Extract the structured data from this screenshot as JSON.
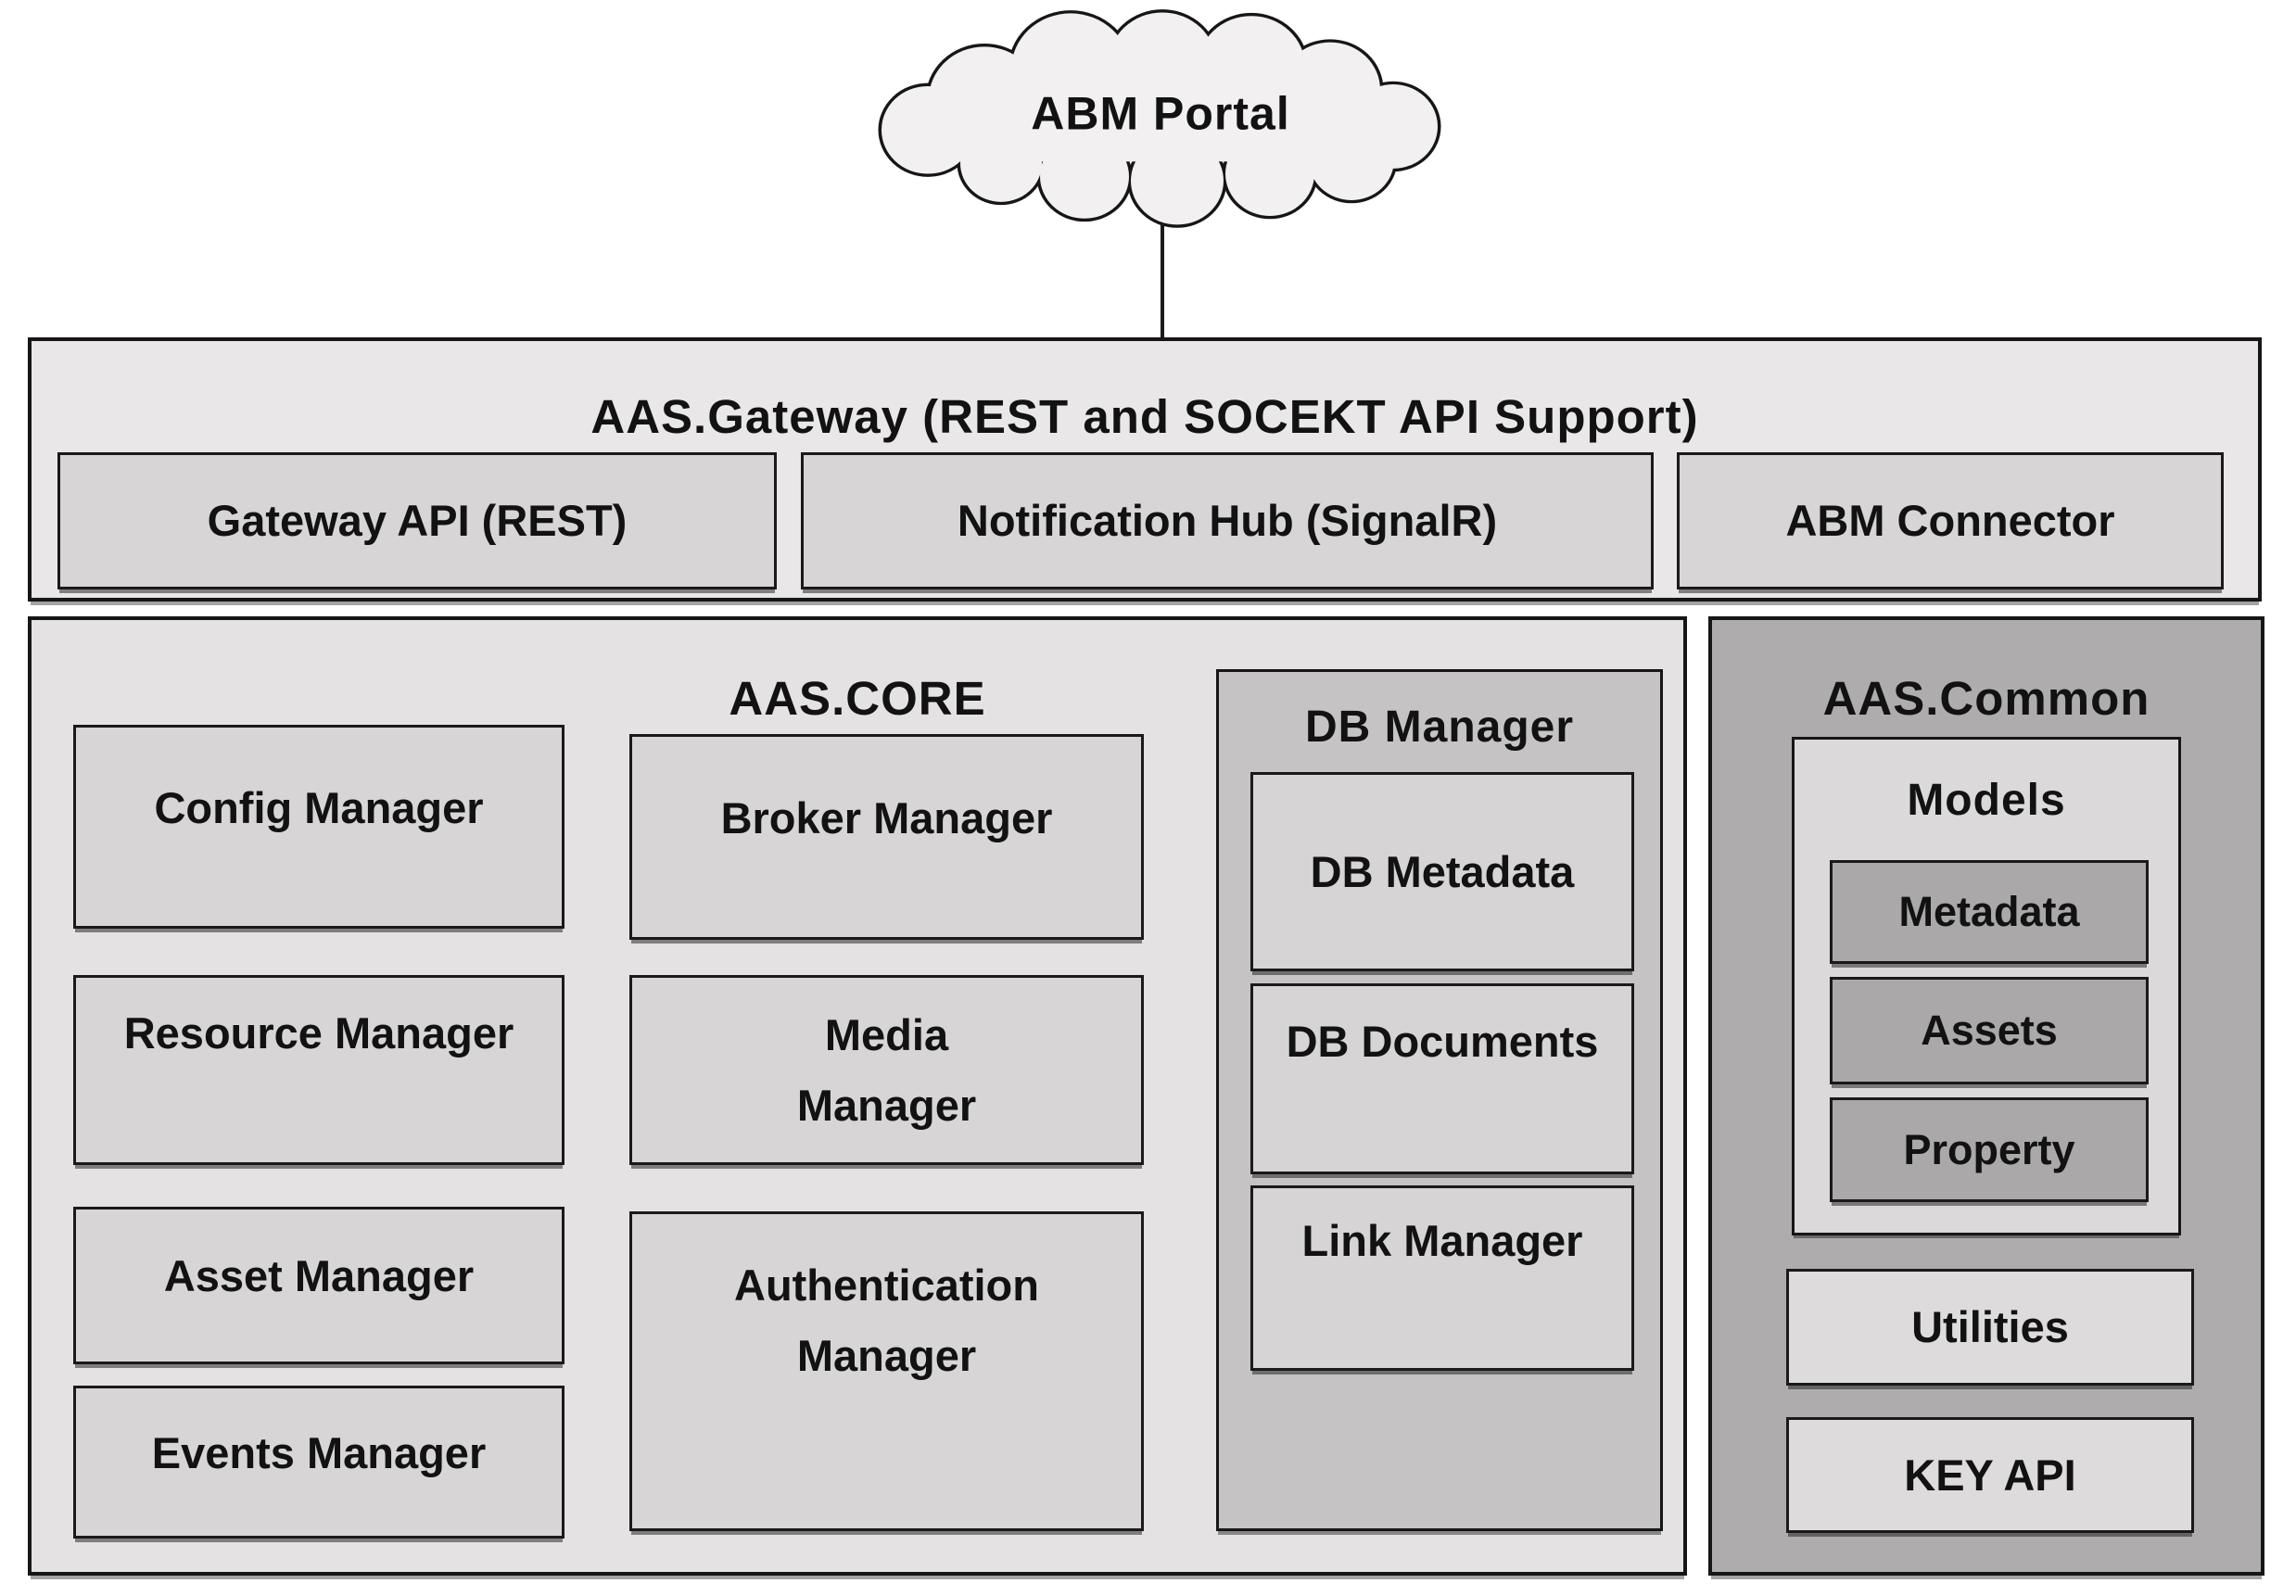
{
  "cloud": {
    "label": "ABM Portal"
  },
  "gateway": {
    "title": "AAS.Gateway (REST and SOCEKT API Support)",
    "modules": [
      "Gateway API (REST)",
      "Notification Hub (SignalR)",
      "ABM Connector"
    ]
  },
  "core": {
    "title": "AAS.CORE",
    "left_column": [
      "Config Manager",
      "Resource Manager",
      "Asset Manager",
      "Events Manager"
    ],
    "middle_column": [
      "Broker Manager",
      "Media Manager",
      "Authentication Manager"
    ],
    "db_manager": {
      "title": "DB Manager",
      "modules": [
        "DB Metadata",
        "DB Documents",
        "Link Manager"
      ]
    }
  },
  "common": {
    "title": "AAS.Common",
    "models": {
      "title": "Models",
      "items": [
        "Metadata",
        "Assets",
        "Property"
      ]
    },
    "modules": [
      "Utilities",
      "KEY API"
    ]
  },
  "colors": {
    "background": "#ffffff",
    "cloud_fill": "#f2f0f0",
    "gateway_panel": "#e9e7e7",
    "core_panel": "#e4e2e2",
    "db_panel": "#c5c3c3",
    "common_panel": "#aeacac",
    "module_fill": "#d7d5d5",
    "model_item_fill": "#aaa8a8",
    "border": "#161616",
    "text": "#121212"
  }
}
